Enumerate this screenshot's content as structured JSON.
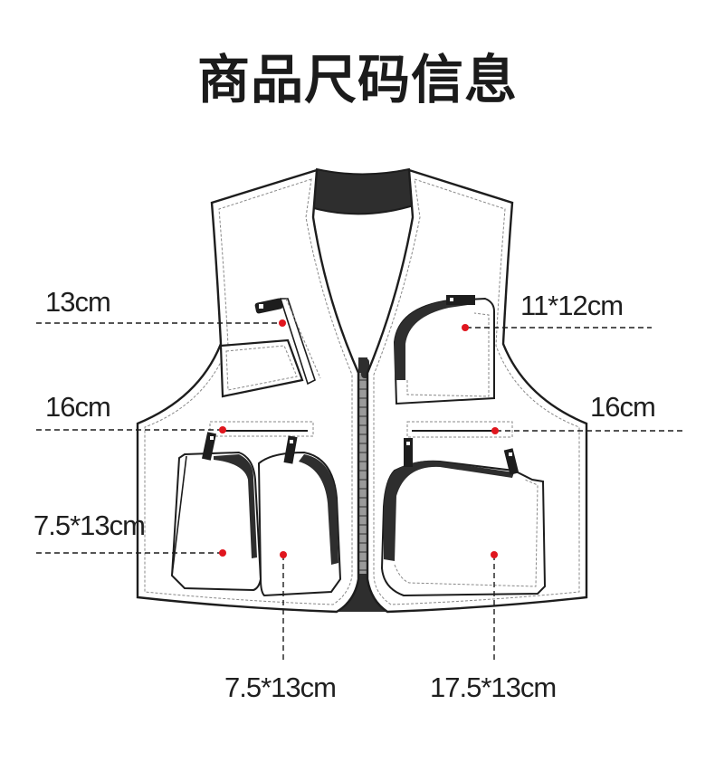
{
  "title": "商品尺码信息",
  "diagram": {
    "subject": "vest-garment-flat-sketch",
    "colors": {
      "outline": "#1d1d1d",
      "dark_fill": "#2e2e2e",
      "stitch": "#888888",
      "marker": "#e0161e",
      "background": "#ffffff"
    },
    "measurements": [
      {
        "id": "chest-pocket-left",
        "label": "13cm",
        "side": "left"
      },
      {
        "id": "chest-pocket-right",
        "label": "11*12cm",
        "side": "right"
      },
      {
        "id": "welt-pocket-left",
        "label": "16cm",
        "side": "left"
      },
      {
        "id": "welt-pocket-right",
        "label": "16cm",
        "side": "right"
      },
      {
        "id": "lower-pocket-left-outer",
        "label": "7.5*13cm",
        "side": "left"
      },
      {
        "id": "lower-pocket-left-inner",
        "label": "7.5*13cm",
        "side": "bottom"
      },
      {
        "id": "lower-pocket-right",
        "label": "17.5*13cm",
        "side": "bottom"
      }
    ]
  }
}
